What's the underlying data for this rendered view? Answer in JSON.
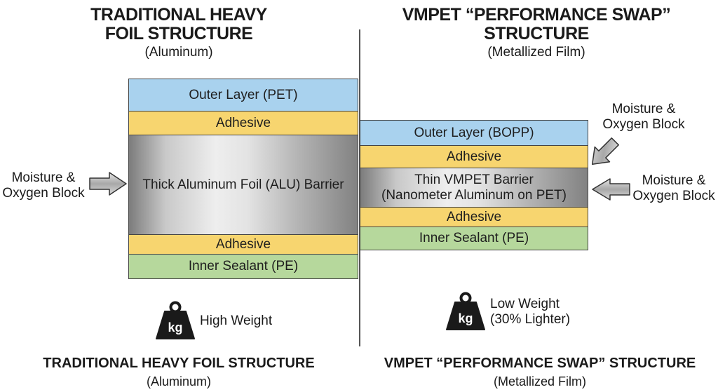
{
  "left": {
    "title_line1": "TRADITIONAL HEAVY",
    "title_line2": "FOIL STRUCTURE",
    "subtitle": "(Aluminum)",
    "layers": {
      "outer": "Outer Layer (PET)",
      "adhesive_top": "Adhesive",
      "barrier": "Thick Aluminum Foil (ALU) Barrier",
      "adhesive_bottom": "Adhesive",
      "sealant": "Inner Sealant (PE)"
    },
    "block_label_line1": "Moisture &",
    "block_label_line2": "Oxygen Block",
    "weight_label": "High Weight",
    "weight_unit": "kg",
    "footer_title": "TRADITIONAL HEAVY FOIL STRUCTURE",
    "footer_subtitle": "(Aluminum)"
  },
  "right": {
    "title_line1": "VMPET “PERFORMANCE SWAP”",
    "title_line2": "STRUCTURE",
    "subtitle": "(Metallized Film)",
    "layers": {
      "outer": "Outer Layer (BOPP)",
      "adhesive_top": "Adhesive",
      "barrier_line1": "Thin VMPET Barrier",
      "barrier_line2": "(Nanometer Aluminum on PET)",
      "adhesive_bottom": "Adhesive",
      "sealant": "Inner Sealant (PE)"
    },
    "block_top_line1": "Moisture &",
    "block_top_line2": "Oxygen Block",
    "block_side_line1": "Moisture &",
    "block_side_line2": "Oxygen Block",
    "weight_line1": "Low Weight",
    "weight_line2": "(30% Lighter)",
    "weight_unit": "kg",
    "footer_title": "VMPET “PERFORMANCE SWAP” STRUCTURE",
    "footer_subtitle": "(Metallized Film)"
  },
  "colors": {
    "pet": "#a9d2ee",
    "adhesive": "#f7d56f",
    "sealant": "#b6d89c",
    "foil": "#c9c9c9"
  }
}
